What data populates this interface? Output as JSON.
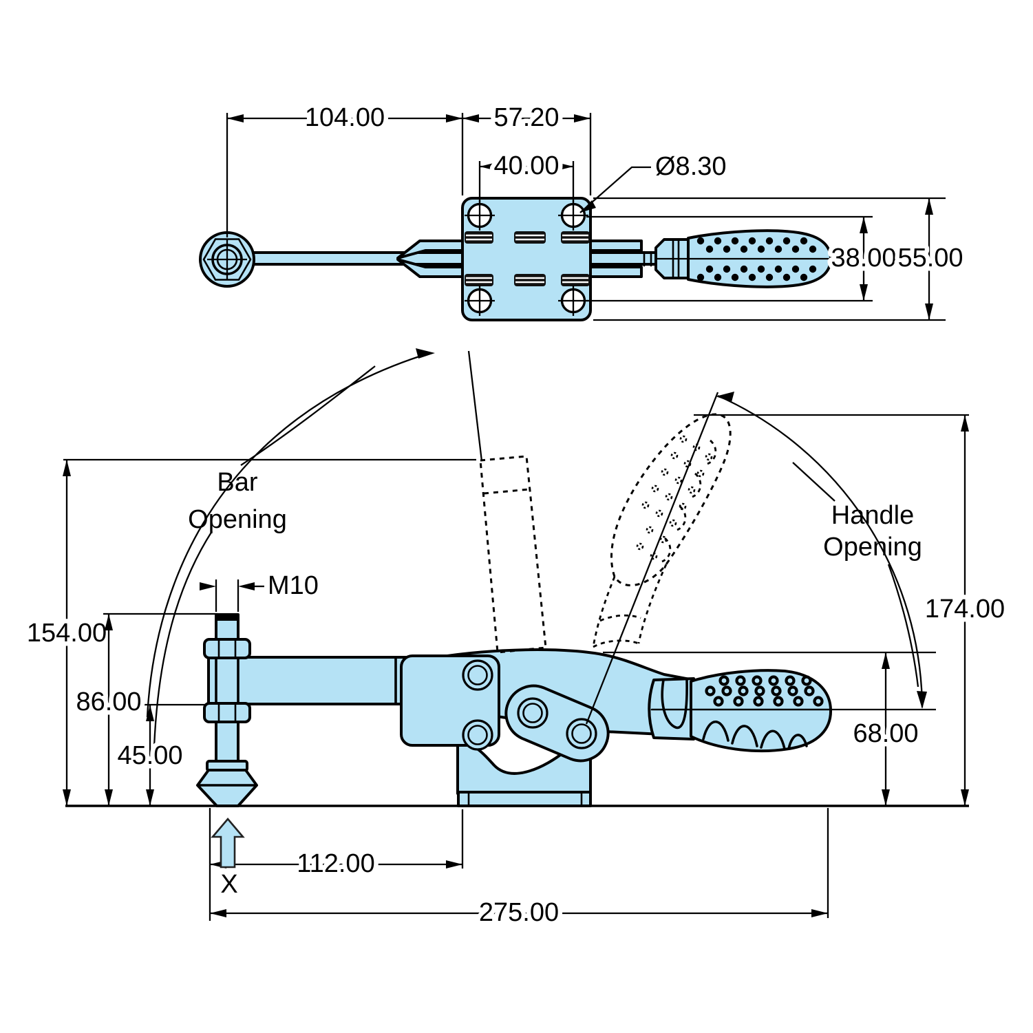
{
  "views": {
    "top": {
      "dims": {
        "d104": "104.00",
        "d57": "57.20",
        "d40": "40.00",
        "hole_dia": "Ø8.30",
        "d38": "38.00",
        "d55": "55.00"
      }
    },
    "front": {
      "dims": {
        "m10": "M10",
        "d154": "154.00",
        "d86": "86.00",
        "d45": "45.00",
        "d112": "112.00",
        "d275": "275.00",
        "d174": "174.00",
        "d68": "68.00"
      },
      "labels": {
        "bar_line1": "Bar",
        "bar_line2": "Opening",
        "handle_line1": "Handle",
        "handle_line2": "Opening",
        "pressure_point": "X"
      }
    }
  },
  "colors": {
    "part_fill": "#b5e2f5",
    "line": "#000000"
  }
}
